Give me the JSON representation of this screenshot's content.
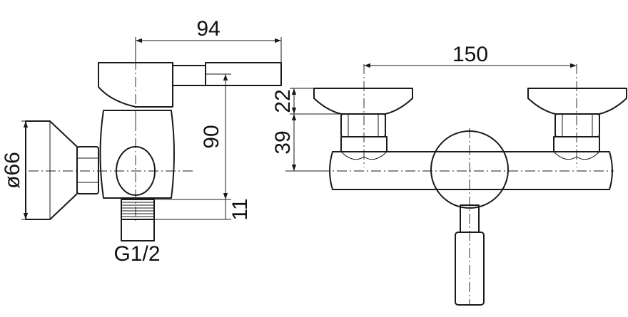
{
  "side_view": {
    "dim_depth": "94",
    "dim_height": "90",
    "dim_inlet": "11",
    "dim_diameter": "ø66",
    "thread_label": "G1/2"
  },
  "front_view": {
    "dim_spacing": "150",
    "dim_flange": "22",
    "dim_rise": "39"
  }
}
